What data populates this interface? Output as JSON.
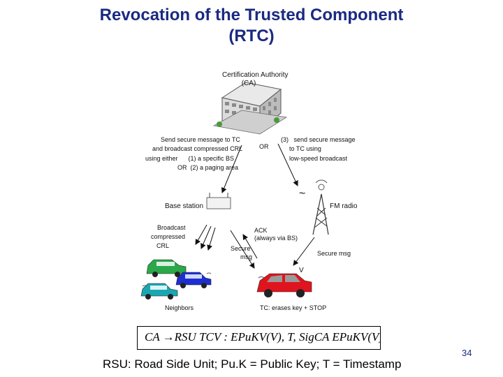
{
  "title": {
    "line1": "Revocation of the Trusted Component",
    "line2": "(RTC)"
  },
  "diagram": {
    "ca_label_1": "Certification Authority",
    "ca_label_2": "(CA)",
    "left_msg": [
      "Send secure message to TC",
      "and broadcast compressed CRL",
      "using either      (1) a specific BS",
      "OR  (2) a paging area"
    ],
    "or_label": "OR",
    "right_msg": [
      "(3)   send secure message",
      "to TC using",
      "low-speed broadcast"
    ],
    "base_station": "Base station",
    "fm_radio": "FM radio",
    "broadcast": [
      "Broadcast",
      "compressed",
      "CRL"
    ],
    "ack": [
      "ACK",
      "(always via BS)"
    ],
    "secure_msg_left": [
      "Secure",
      "msg"
    ],
    "secure_msg_right": "Secure msg",
    "v_label": "V",
    "neighbors": "Neighbors",
    "tc_label": "TC: erases key + STOP"
  },
  "formula": "CA →RSU TCV : EPuKV(V), T, SigCA EPuKV(V), T]",
  "footnote": "RSU: Road Side Unit; Pu.K = Public Key; T = Timestamp",
  "page_number": "34",
  "colors": {
    "title": "#1a2a82",
    "car_green": "#2aa84a",
    "car_blue": "#1e2fd0",
    "car_teal": "#1aa6b0",
    "car_red": "#e0141e"
  }
}
